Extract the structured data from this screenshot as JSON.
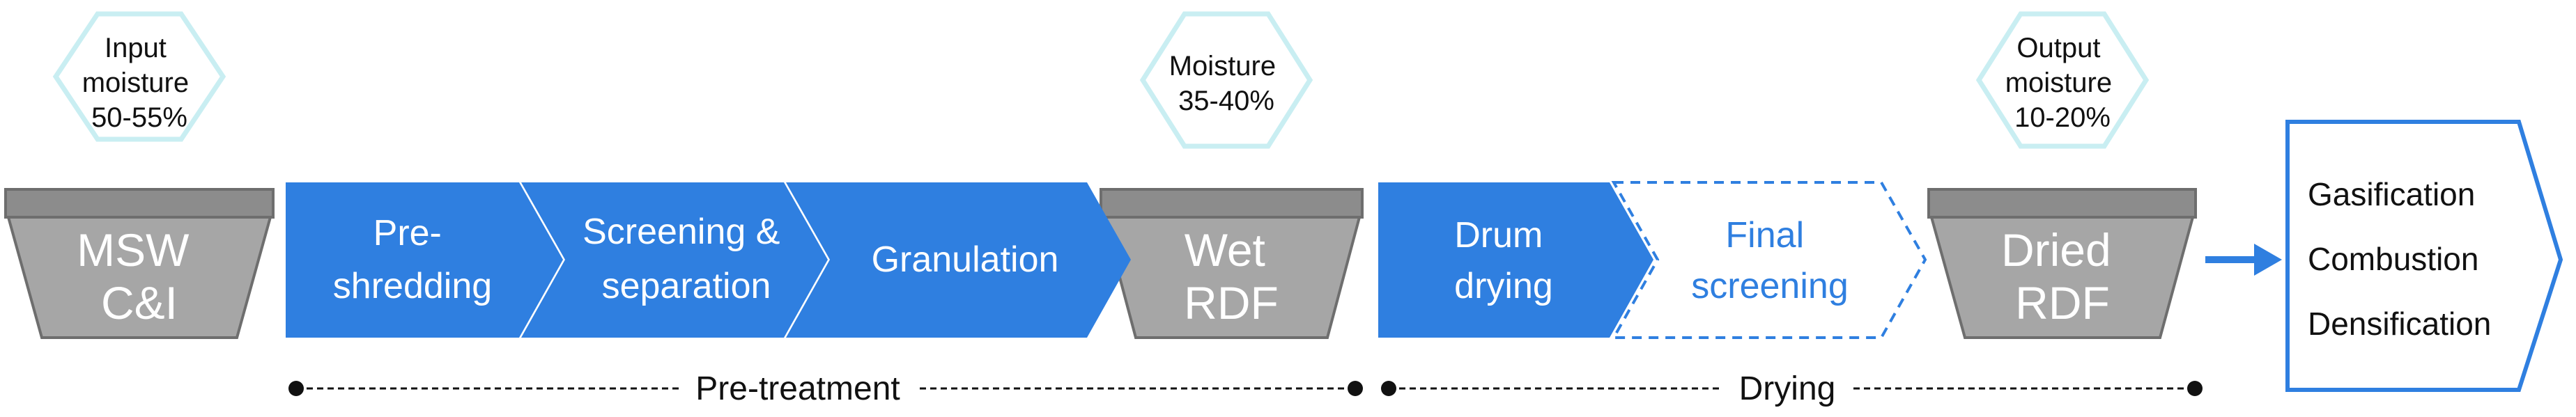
{
  "colors": {
    "blue": "#2f7fe0",
    "bin_fill": "#a6a6a6",
    "bin_rim": "#8c8c8c",
    "bin_outline": "#6e6e6e",
    "hex_outline": "#c9eef2",
    "line": "#111111"
  },
  "hexagons": {
    "input": [
      "Input",
      "moisture",
      "50-55%"
    ],
    "mid": [
      "Moisture",
      "35-40%"
    ],
    "output": [
      "Output",
      "moisture",
      "10-20%"
    ]
  },
  "bins": {
    "msw": [
      "MSW",
      "C&I"
    ],
    "wet": [
      "Wet",
      "RDF"
    ],
    "dried": [
      "Dried",
      "RDF"
    ]
  },
  "steps": {
    "preshredding": [
      "Pre-",
      "shredding"
    ],
    "screening": [
      "Screening &",
      "separation"
    ],
    "granulation": [
      "Granulation"
    ],
    "drum": [
      "Drum",
      "drying"
    ],
    "final": [
      "Final",
      "screening"
    ]
  },
  "outputs": [
    "Gasification",
    "Combustion",
    "Densification"
  ],
  "stages": {
    "pretreatment": "Pre-treatment",
    "drying": "Drying"
  }
}
